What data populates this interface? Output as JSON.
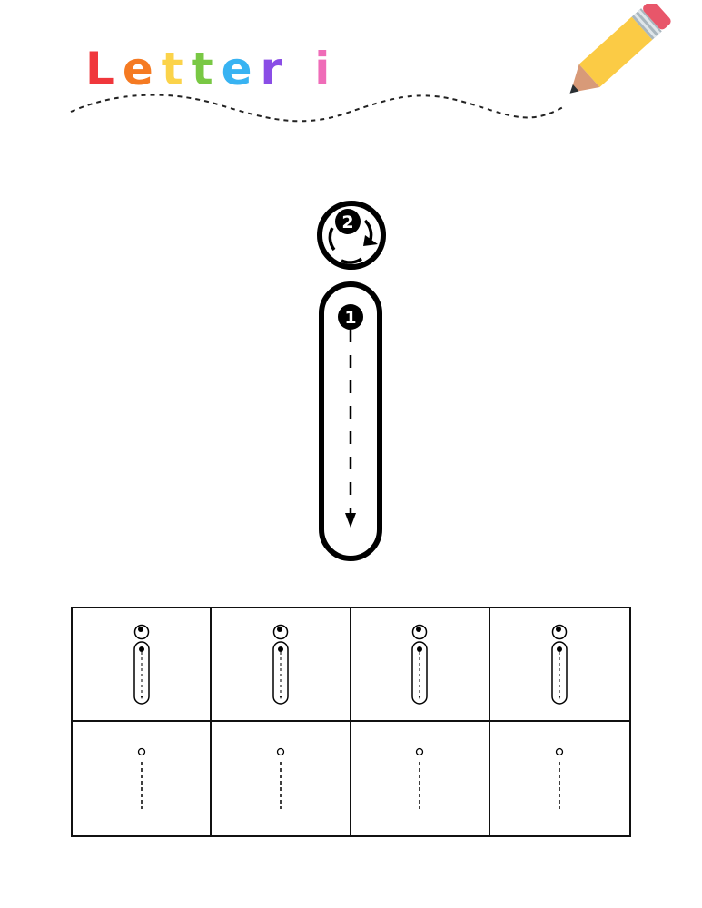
{
  "worksheet": {
    "title": {
      "letters": [
        {
          "char": "L",
          "color": "#f0373c"
        },
        {
          "char": "e",
          "color": "#f57a22"
        },
        {
          "char": "t",
          "color": "#fbd34a"
        },
        {
          "char": "t",
          "color": "#79c844"
        },
        {
          "char": "e",
          "color": "#38b3f2"
        },
        {
          "char": "r",
          "color": "#8a4de6"
        },
        {
          "char": "i",
          "color": "#ef6cb8"
        }
      ]
    },
    "main_letter": {
      "letter": "i",
      "stroke_1_number": "1",
      "stroke_2_number": "2"
    },
    "practice_grid": {
      "rows": 2,
      "columns": 4,
      "row_1": "guided tracing (numbered strokes)",
      "row_2": "dotted tracing"
    },
    "pencil_colors": {
      "body": "#fbcb45",
      "eraser": "#e8566a",
      "ferrule": "#a9b6be",
      "wood": "#d89a78",
      "lead": "#292f33"
    }
  }
}
